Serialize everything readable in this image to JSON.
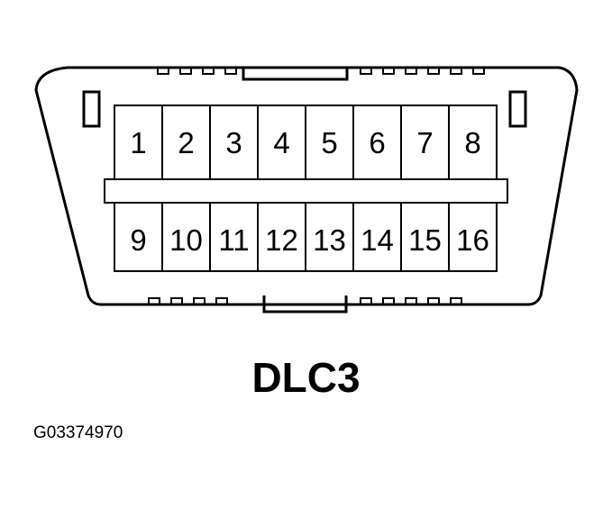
{
  "diagram": {
    "title": "DLC3",
    "figure_id": "G03374970",
    "pins_top": [
      "1",
      "2",
      "3",
      "4",
      "5",
      "6",
      "7",
      "8"
    ],
    "pins_bottom": [
      "9",
      "10",
      "11",
      "12",
      "13",
      "14",
      "15",
      "16"
    ]
  }
}
